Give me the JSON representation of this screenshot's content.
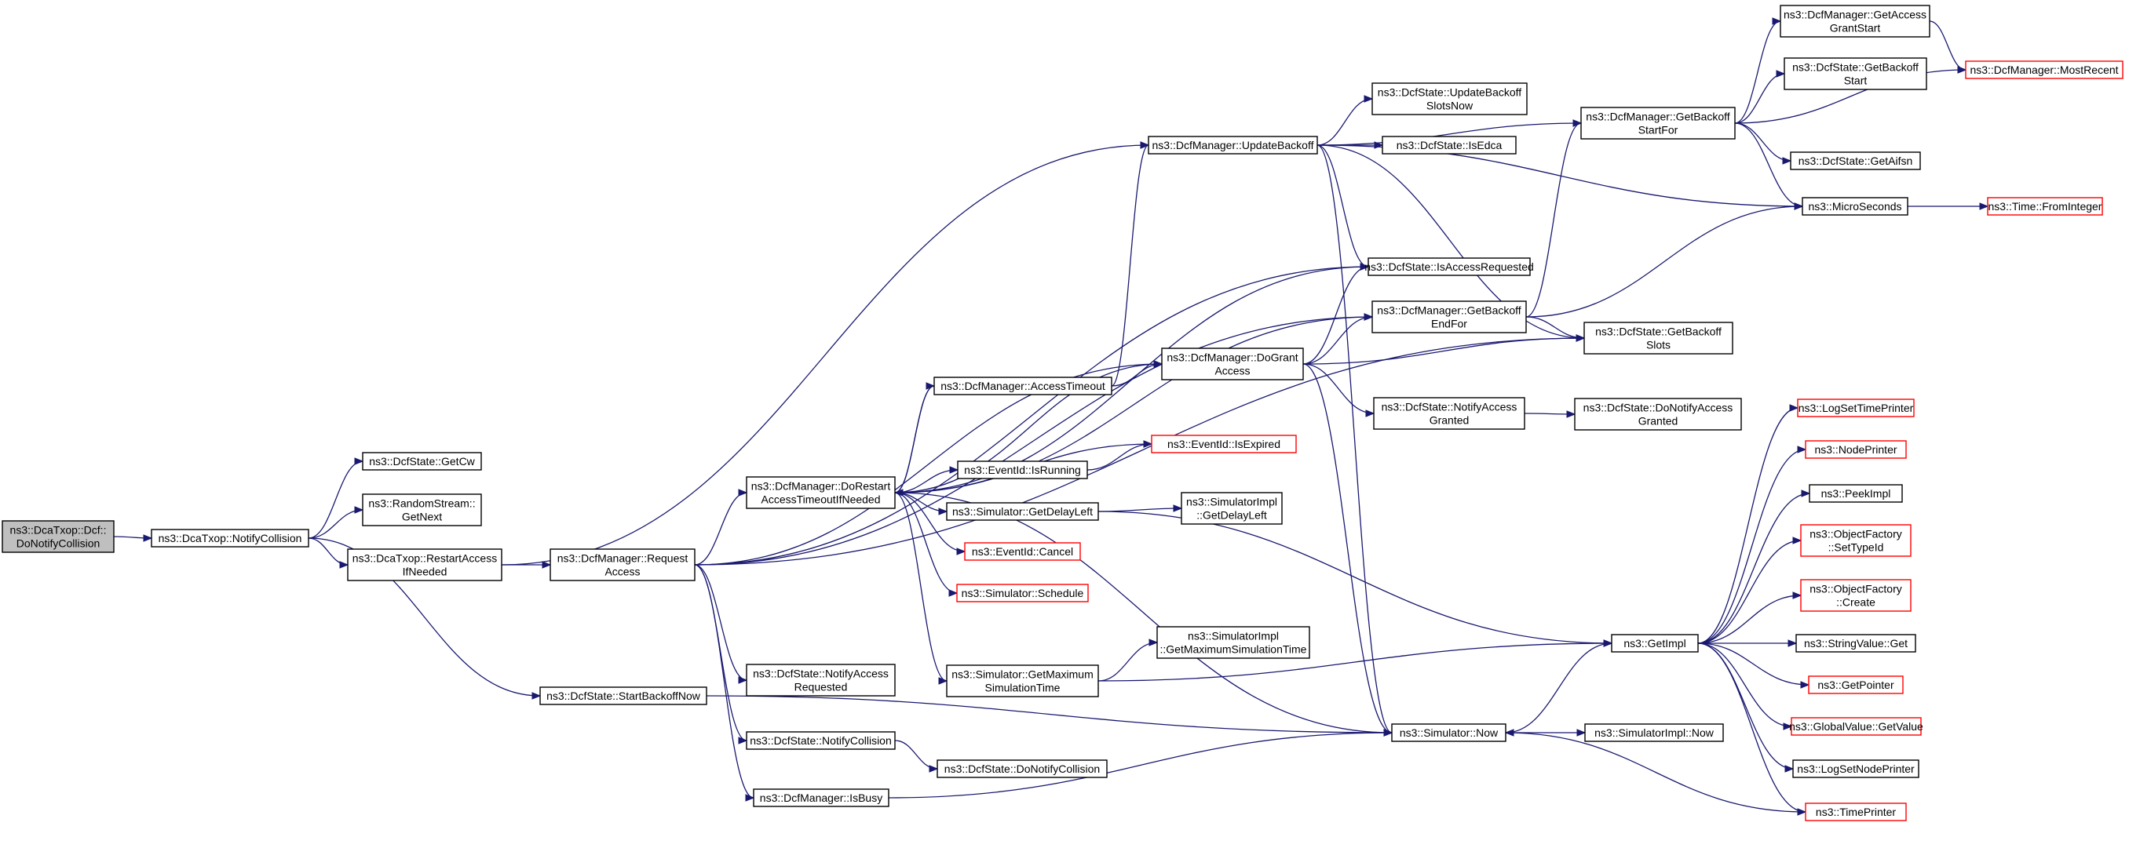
{
  "graph_title": "",
  "colors": {
    "edge": "#191970",
    "node_border": "#000000",
    "node_border_truncated": "#ff0000",
    "root_fill": "#bfbfbf",
    "node_fill": "#ffffff"
  },
  "nodes": [
    {
      "id": "root",
      "lines": [
        "ns3::DcaTxop::Dcf::",
        "DoNotifyCollision"
      ],
      "root": true,
      "truncated": false
    },
    {
      "id": "nc",
      "lines": [
        "ns3::DcaTxop::NotifyCollision"
      ],
      "truncated": false
    },
    {
      "id": "getcw",
      "lines": [
        "ns3::DcfState::GetCw"
      ],
      "truncated": false
    },
    {
      "id": "rsgn",
      "lines": [
        "ns3::RandomStream::",
        "GetNext"
      ],
      "truncated": false
    },
    {
      "id": "ran",
      "lines": [
        "ns3::DcaTxop::RestartAccess",
        "IfNeeded"
      ],
      "truncated": false
    },
    {
      "id": "sbn",
      "lines": [
        "ns3::DcfState::StartBackoffNow"
      ],
      "truncated": false
    },
    {
      "id": "ra",
      "lines": [
        "ns3::DcfManager::Request",
        "Access"
      ],
      "truncated": false
    },
    {
      "id": "dratin",
      "lines": [
        "ns3::DcfManager::DoRestart",
        "AccessTimeoutIfNeeded"
      ],
      "truncated": false
    },
    {
      "id": "dsnar",
      "lines": [
        "ns3::DcfState::NotifyAccess",
        "Requested"
      ],
      "truncated": false
    },
    {
      "id": "dsnc",
      "lines": [
        "ns3::DcfState::NotifyCollision"
      ],
      "truncated": false
    },
    {
      "id": "isbusy",
      "lines": [
        "ns3::DcfManager::IsBusy"
      ],
      "truncated": false
    },
    {
      "id": "ub",
      "lines": [
        "ns3::DcfManager::UpdateBackoff"
      ],
      "truncated": false
    },
    {
      "id": "at",
      "lines": [
        "ns3::DcfManager::AccessTimeout"
      ],
      "truncated": false
    },
    {
      "id": "isrun",
      "lines": [
        "ns3::EventId::IsRunning"
      ],
      "truncated": false
    },
    {
      "id": "gdl",
      "lines": [
        "ns3::Simulator::GetDelayLeft"
      ],
      "truncated": false
    },
    {
      "id": "cancel",
      "lines": [
        "ns3::EventId::Cancel"
      ],
      "truncated": true
    },
    {
      "id": "sched",
      "lines": [
        "ns3::Simulator::Schedule"
      ],
      "truncated": true
    },
    {
      "id": "gmst",
      "lines": [
        "ns3::Simulator::GetMaximum",
        "SimulationTime"
      ],
      "truncated": false
    },
    {
      "id": "dsdnc",
      "lines": [
        "ns3::DcfState::DoNotifyCollision"
      ],
      "truncated": false
    },
    {
      "id": "dga",
      "lines": [
        "ns3::DcfManager::DoGrant",
        "Access"
      ],
      "truncated": false
    },
    {
      "id": "isexp",
      "lines": [
        "ns3::EventId::IsExpired"
      ],
      "truncated": true
    },
    {
      "id": "sigdl",
      "lines": [
        "ns3::SimulatorImpl",
        "::GetDelayLeft"
      ],
      "truncated": false
    },
    {
      "id": "sigmst",
      "lines": [
        "ns3::SimulatorImpl",
        "::GetMaximumSimulationTime"
      ],
      "truncated": false
    },
    {
      "id": "now",
      "lines": [
        "ns3::Simulator::Now"
      ],
      "truncated": false
    },
    {
      "id": "usn",
      "lines": [
        "ns3::DcfState::UpdateBackoff",
        "SlotsNow"
      ],
      "truncated": false
    },
    {
      "id": "isedca",
      "lines": [
        "ns3::DcfState::IsEdca"
      ],
      "truncated": false
    },
    {
      "id": "iar",
      "lines": [
        "ns3::DcfState::IsAccessRequested"
      ],
      "truncated": false
    },
    {
      "id": "gbef",
      "lines": [
        "ns3::DcfManager::GetBackoff",
        "EndFor"
      ],
      "truncated": false
    },
    {
      "id": "dsna",
      "lines": [
        "ns3::DcfState::NotifyAccess",
        "Granted"
      ],
      "truncated": false
    },
    {
      "id": "sinow",
      "lines": [
        "ns3::SimulatorImpl::Now"
      ],
      "truncated": false
    },
    {
      "id": "gbsf",
      "lines": [
        "ns3::DcfManager::GetBackoff",
        "StartFor"
      ],
      "truncated": false
    },
    {
      "id": "gbsl",
      "lines": [
        "ns3::DcfState::GetBackoff",
        "Slots"
      ],
      "truncated": false
    },
    {
      "id": "dsdna",
      "lines": [
        "ns3::DcfState::DoNotifyAccess",
        "Granted"
      ],
      "truncated": false
    },
    {
      "id": "getimpl",
      "lines": [
        "ns3::GetImpl"
      ],
      "truncated": false
    },
    {
      "id": "gags",
      "lines": [
        "ns3::DcfManager::GetAccess",
        "GrantStart"
      ],
      "truncated": false
    },
    {
      "id": "gbs",
      "lines": [
        "ns3::DcfState::GetBackoff",
        "Start"
      ],
      "truncated": false
    },
    {
      "id": "aifsn",
      "lines": [
        "ns3::DcfState::GetAifsn"
      ],
      "truncated": false
    },
    {
      "id": "micro",
      "lines": [
        "ns3::MicroSeconds"
      ],
      "truncated": false
    },
    {
      "id": "lstp",
      "lines": [
        "ns3::LogSetTimePrinter"
      ],
      "truncated": true
    },
    {
      "id": "np",
      "lines": [
        "ns3::NodePrinter"
      ],
      "truncated": true
    },
    {
      "id": "peek",
      "lines": [
        "ns3::PeekImpl"
      ],
      "truncated": false
    },
    {
      "id": "ofst",
      "lines": [
        "ns3::ObjectFactory",
        "::SetTypeId"
      ],
      "truncated": true
    },
    {
      "id": "ofc",
      "lines": [
        "ns3::ObjectFactory",
        "::Create"
      ],
      "truncated": true
    },
    {
      "id": "svg",
      "lines": [
        "ns3::StringValue::Get"
      ],
      "truncated": false
    },
    {
      "id": "gp",
      "lines": [
        "ns3::GetPointer"
      ],
      "truncated": true
    },
    {
      "id": "gvgv",
      "lines": [
        "ns3::GlobalValue::GetValue"
      ],
      "truncated": true
    },
    {
      "id": "lsnp",
      "lines": [
        "ns3::LogSetNodePrinter"
      ],
      "truncated": false
    },
    {
      "id": "tp",
      "lines": [
        "ns3::TimePrinter"
      ],
      "truncated": true
    },
    {
      "id": "mr",
      "lines": [
        "ns3::DcfManager::MostRecent"
      ],
      "truncated": true
    },
    {
      "id": "fi",
      "lines": [
        "ns3::Time::FromInteger"
      ],
      "truncated": true
    }
  ],
  "edges": [
    [
      "root",
      "nc"
    ],
    [
      "nc",
      "getcw"
    ],
    [
      "nc",
      "rsgn"
    ],
    [
      "nc",
      "ran"
    ],
    [
      "nc",
      "sbn"
    ],
    [
      "ran",
      "ra"
    ],
    [
      "ran",
      "ub"
    ],
    [
      "ra",
      "dratin"
    ],
    [
      "ra",
      "dsnar"
    ],
    [
      "ra",
      "dsnc"
    ],
    [
      "ra",
      "isbusy"
    ],
    [
      "ra",
      "gbef"
    ],
    [
      "ra",
      "iar"
    ],
    [
      "ra",
      "dga"
    ],
    [
      "ra",
      "gbsl"
    ],
    [
      "dratin",
      "at"
    ],
    [
      "dratin",
      "isrun"
    ],
    [
      "dratin",
      "gdl"
    ],
    [
      "dratin",
      "cancel"
    ],
    [
      "dratin",
      "sched"
    ],
    [
      "dratin",
      "gmst"
    ],
    [
      "dratin",
      "isexp"
    ],
    [
      "dratin",
      "now"
    ],
    [
      "dratin",
      "gbef"
    ],
    [
      "dratin",
      "iar"
    ],
    [
      "dratin",
      "dga"
    ],
    [
      "at",
      "ub"
    ],
    [
      "at",
      "dga"
    ],
    [
      "at",
      "dratin"
    ],
    [
      "isrun",
      "isexp"
    ],
    [
      "gdl",
      "sigdl"
    ],
    [
      "gdl",
      "getimpl"
    ],
    [
      "gmst",
      "sigmst"
    ],
    [
      "gmst",
      "getimpl"
    ],
    [
      "dsnc",
      "dsdnc"
    ],
    [
      "isbusy",
      "now"
    ],
    [
      "sbn",
      "now"
    ],
    [
      "ub",
      "usn"
    ],
    [
      "ub",
      "isedca"
    ],
    [
      "ub",
      "iar"
    ],
    [
      "ub",
      "gbsf"
    ],
    [
      "ub",
      "micro"
    ],
    [
      "ub",
      "gbsl"
    ],
    [
      "ub",
      "now"
    ],
    [
      "dga",
      "iar"
    ],
    [
      "dga",
      "gbef"
    ],
    [
      "dga",
      "gbsl"
    ],
    [
      "dga",
      "dsna"
    ],
    [
      "dga",
      "now"
    ],
    [
      "gbef",
      "gbsf"
    ],
    [
      "gbef",
      "gbsl"
    ],
    [
      "gbef",
      "micro"
    ],
    [
      "dsna",
      "dsdna"
    ],
    [
      "gbsf",
      "gags"
    ],
    [
      "gbsf",
      "gbs"
    ],
    [
      "gbsf",
      "aifsn"
    ],
    [
      "gbsf",
      "micro"
    ],
    [
      "gbsf",
      "mr"
    ],
    [
      "gags",
      "mr"
    ],
    [
      "micro",
      "fi"
    ],
    [
      "now",
      "sinow"
    ],
    [
      "now",
      "getimpl"
    ],
    [
      "getimpl",
      "lstp"
    ],
    [
      "getimpl",
      "np"
    ],
    [
      "getimpl",
      "peek"
    ],
    [
      "getimpl",
      "ofst"
    ],
    [
      "getimpl",
      "ofc"
    ],
    [
      "getimpl",
      "svg"
    ],
    [
      "getimpl",
      "gp"
    ],
    [
      "getimpl",
      "gvgv"
    ],
    [
      "getimpl",
      "lsnp"
    ],
    [
      "getimpl",
      "tp"
    ],
    [
      "tp",
      "now"
    ]
  ]
}
